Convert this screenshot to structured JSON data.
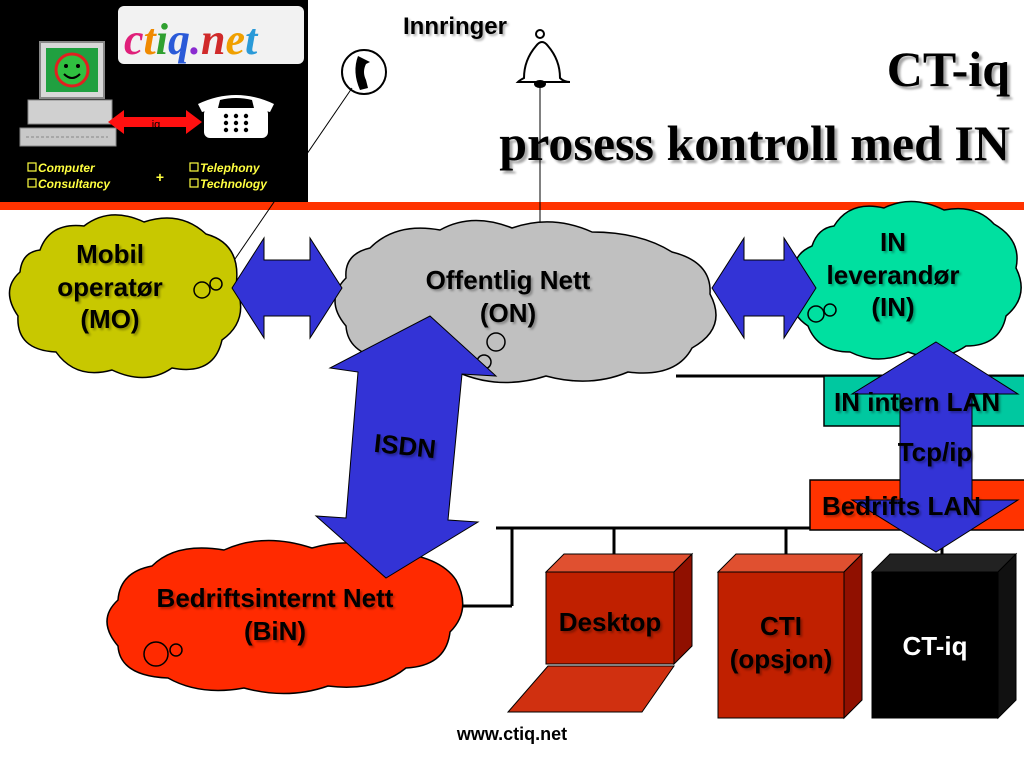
{
  "logo": {
    "brand": "ctiq.net",
    "connector_label": "iq",
    "left_items": [
      "Computer",
      "Consultancy"
    ],
    "plus": "+",
    "right_items": [
      "Telephony",
      "Technology"
    ]
  },
  "innringer": "Innringer",
  "title": {
    "line1": "CT-iq",
    "line2": "prosess kontroll med IN"
  },
  "nodes": {
    "mo": {
      "line1": "Mobil",
      "line2": "operatør",
      "line3": "(MO)"
    },
    "on": {
      "line1": "Offentlig Nett",
      "line2": "(ON)"
    },
    "in": {
      "line1": "IN",
      "line2": "leverandør",
      "line3": "(IN)"
    },
    "in_lan": "IN intern LAN",
    "bed_lan": "Bedrifts LAN",
    "bin": {
      "line1": "Bedriftsinternt Nett",
      "line2": "(BiN)"
    },
    "desktop": "Desktop",
    "cti": {
      "line1": "CTI",
      "line2": "(opsjon)"
    },
    "ctiq": "CT-iq"
  },
  "links": {
    "isdn": "ISDN",
    "tcpip": "Tcp/ip"
  },
  "footer": "www.ctiq.net",
  "colors": {
    "mo_cloud": "#c8c800",
    "on_cloud": "#c0c0c0",
    "in_cloud": "#00e0a0",
    "bin_cloud": "#ff2a00",
    "in_lan_box": "#00c8a0",
    "bed_lan_box": "#ff3300",
    "arrow_blue": "#3333d6",
    "box_red": "#c02000",
    "accent_line": "#ff3300"
  }
}
